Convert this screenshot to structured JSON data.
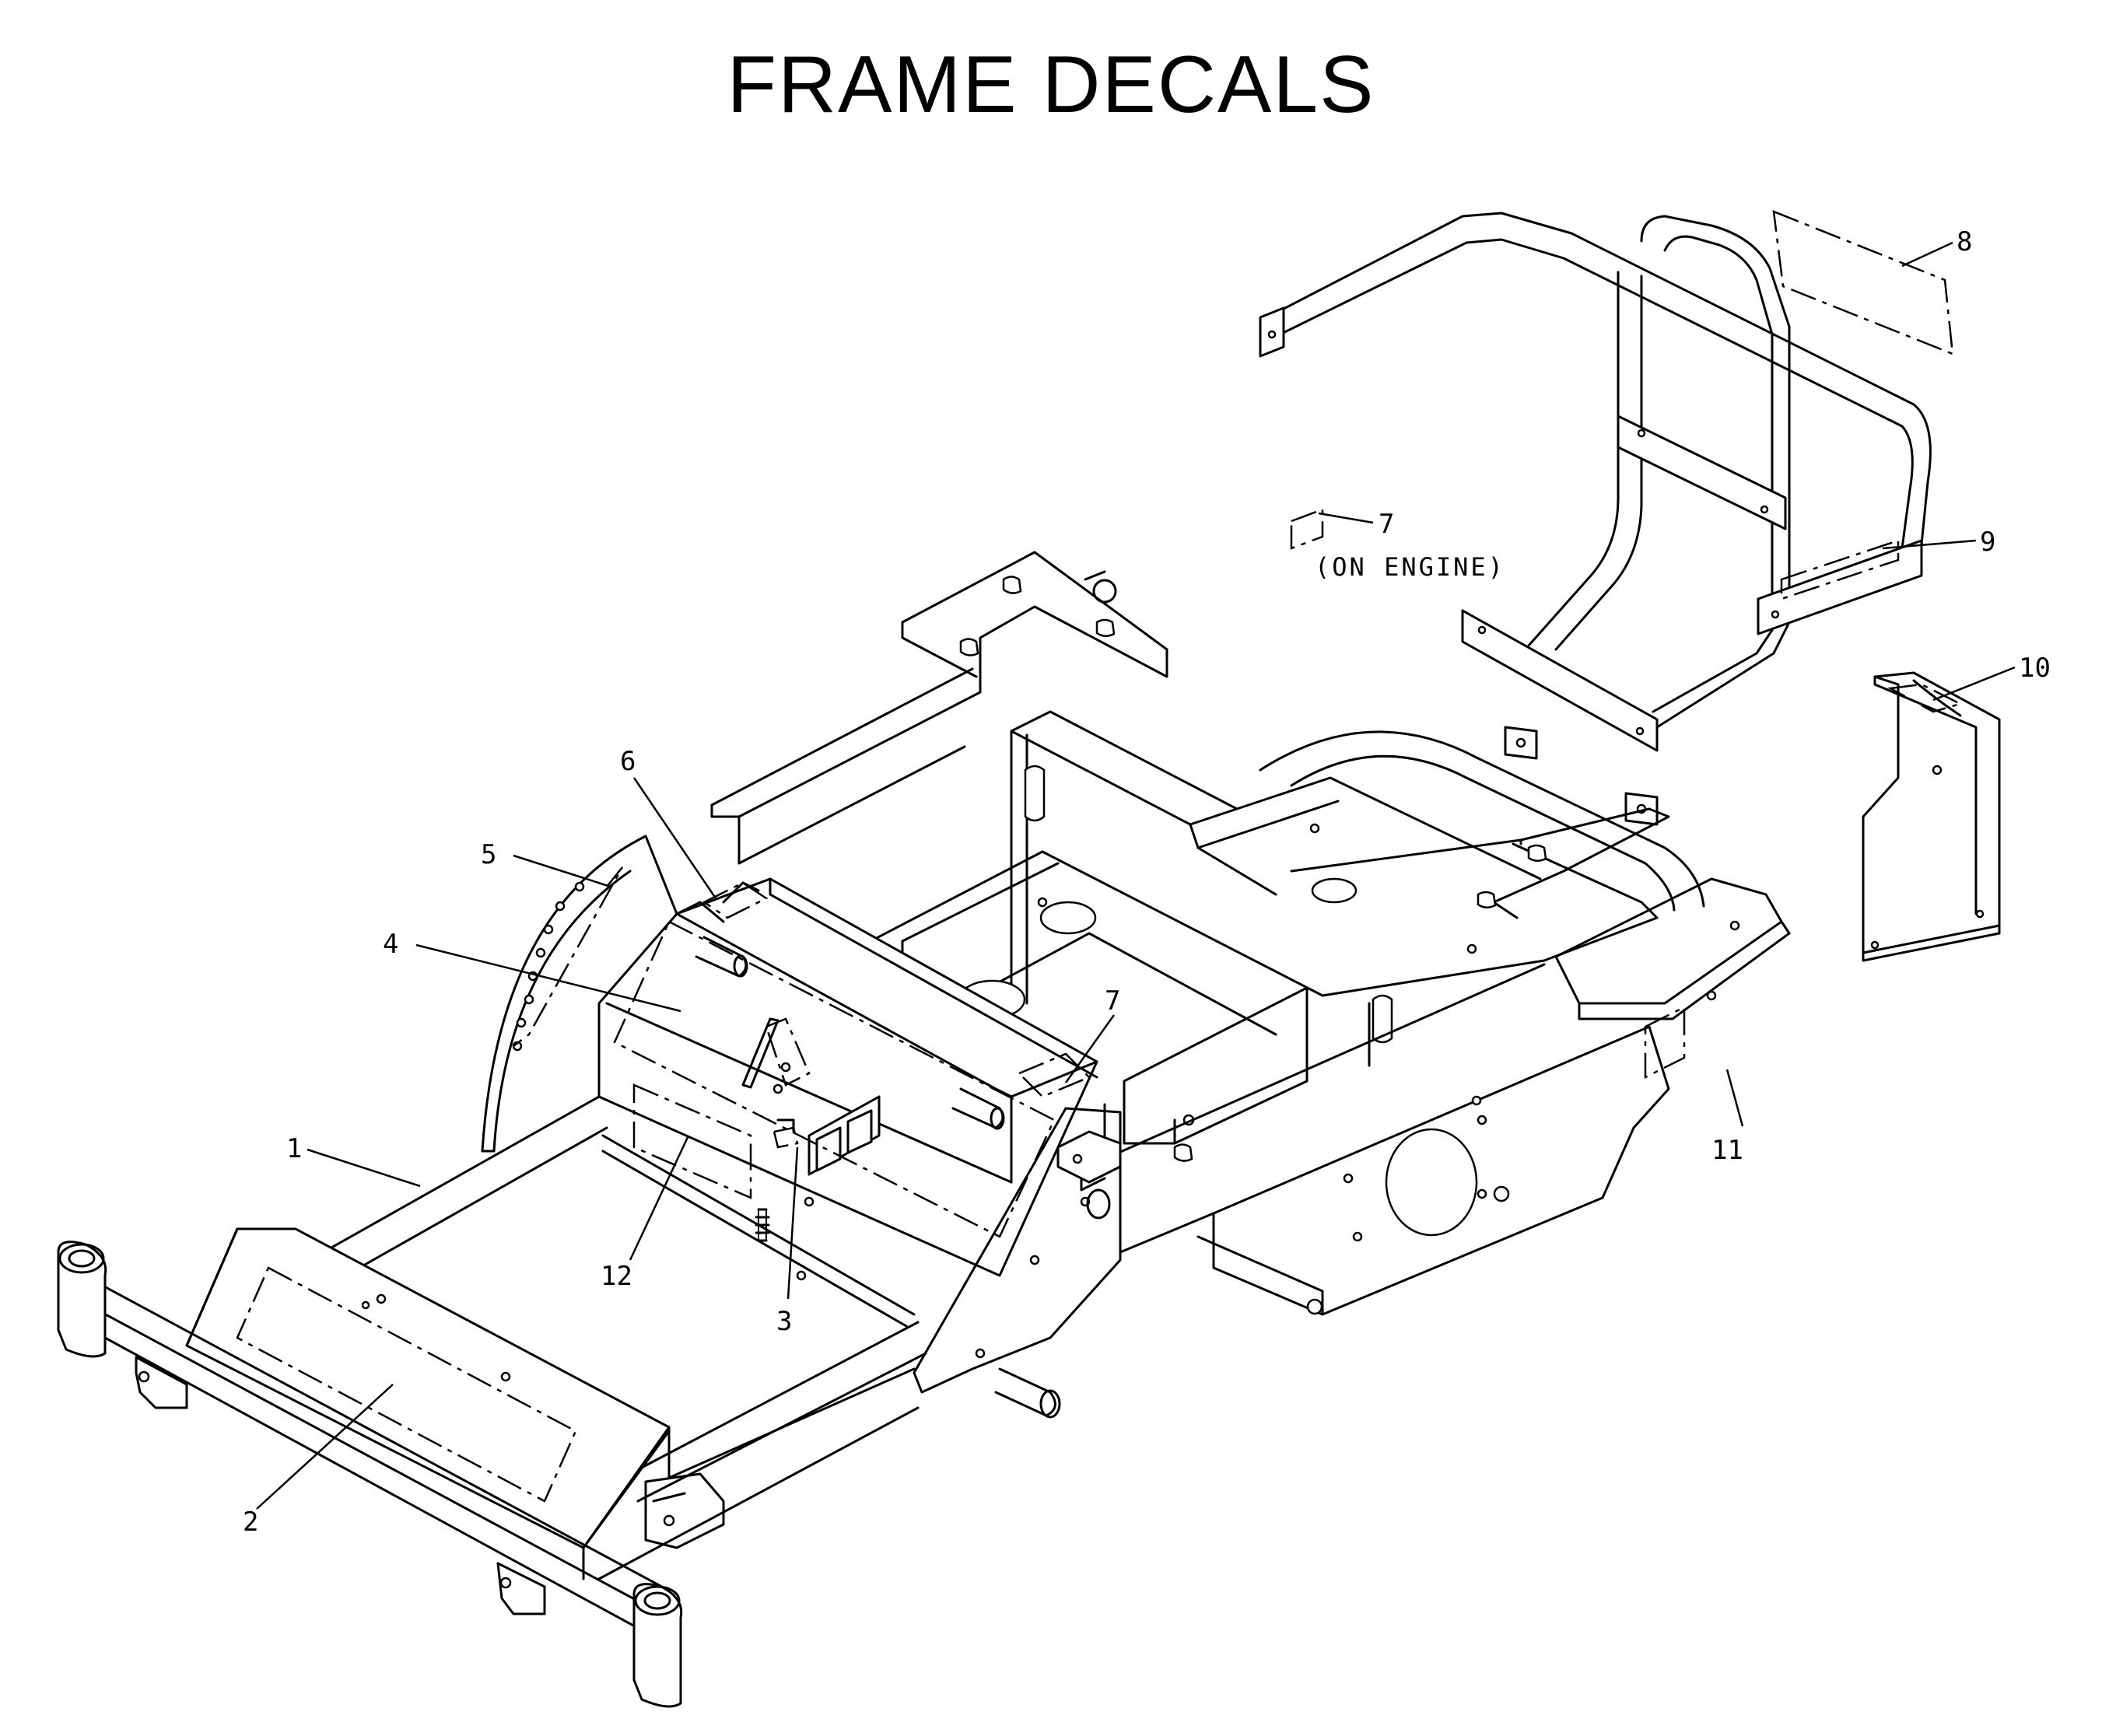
{
  "title": "FRAME DECALS",
  "callouts": [
    {
      "id": "c1",
      "label": "1"
    },
    {
      "id": "c2",
      "label": "2"
    },
    {
      "id": "c3",
      "label": "3"
    },
    {
      "id": "c4",
      "label": "4"
    },
    {
      "id": "c5",
      "label": "5"
    },
    {
      "id": "c6",
      "label": "6"
    },
    {
      "id": "c7a",
      "label": "7"
    },
    {
      "id": "c7b",
      "label": "7"
    },
    {
      "id": "c8",
      "label": "8"
    },
    {
      "id": "c9",
      "label": "9"
    },
    {
      "id": "c10",
      "label": "10"
    },
    {
      "id": "c11",
      "label": "11"
    },
    {
      "id": "c12",
      "label": "12"
    }
  ],
  "note_on_engine": "(ON ENGINE)"
}
